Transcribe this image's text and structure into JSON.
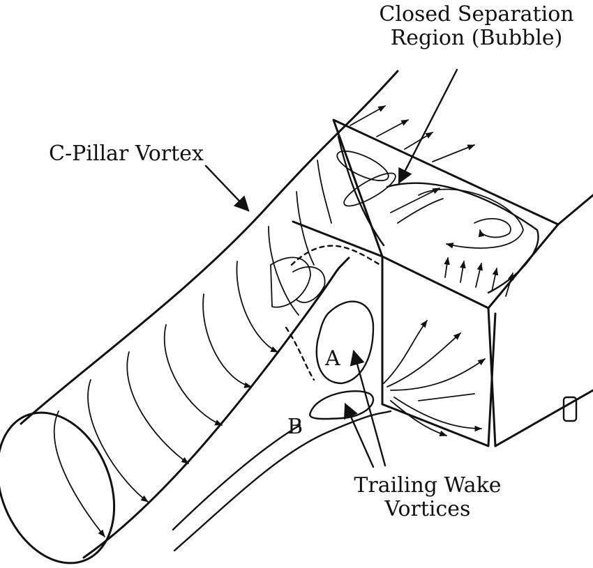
{
  "labels": {
    "bubble": [
      "Closed Separation",
      "Region (Bubble)"
    ],
    "c_pillar": "C-Pillar Vortex",
    "wake": [
      "Trailing Wake",
      "Vortices"
    ],
    "point_a": "A",
    "point_b": "B"
  },
  "colors": {
    "ink": "#111111",
    "background": "#ffffff"
  }
}
